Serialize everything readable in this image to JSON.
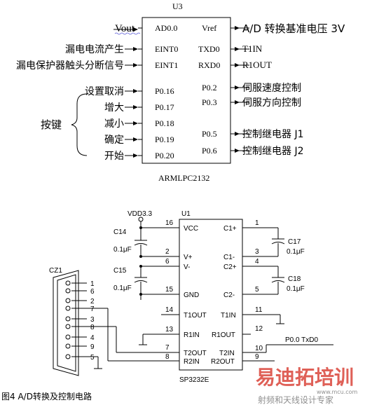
{
  "u3": {
    "ref": "U3",
    "part": "ARMLPC2132",
    "pins_left": [
      "AD0.0",
      "EINT0",
      "EINT1",
      "P0.16",
      "P0.17",
      "P0.18",
      "P0.19",
      "P0.20"
    ],
    "pins_right": [
      "Vref",
      "TXD0",
      "RXD0",
      "P0.2",
      "P0.3",
      "P0.5",
      "P0.6"
    ],
    "left_labels": [
      "Vout",
      "漏电电流产生",
      "漏电保护器触头分断信号"
    ],
    "key_labels": [
      "设置取消",
      "增大",
      "减小",
      "确定",
      "开始"
    ],
    "key_group": "按键",
    "right_labels": [
      "A/D 转换基准电压 3V",
      "T1IN",
      "R1OUT",
      "伺服速度控制",
      "伺服方向控制",
      "控制继电器 J1",
      "控制继电器 J2"
    ]
  },
  "u1": {
    "ref": "U1",
    "part": "SP3232E",
    "supply": "VDD3.3",
    "pins_left": [
      "VCC",
      "V+",
      "V-",
      "GND",
      "T1OUT",
      "R1IN",
      "T2OUT",
      "R2IN"
    ],
    "pins_left_num": [
      "16",
      "2",
      "6",
      "15",
      "14",
      "13",
      "7",
      "8"
    ],
    "pins_right": [
      "C1+",
      "C1-",
      "C2+",
      "C2-",
      "T1IN",
      "R1OUT",
      "T2IN",
      "R2OUT"
    ],
    "pins_right_num": [
      "1",
      "3",
      "4",
      "5",
      "11",
      "12",
      "10",
      "9"
    ],
    "caps": [
      {
        "ref": "C14",
        "value": "0.1μF"
      },
      {
        "ref": "C15",
        "value": "0.1μF"
      },
      {
        "ref": "C17",
        "value": "0.1μF"
      },
      {
        "ref": "C18",
        "value": "0.1μF"
      }
    ],
    "conn": {
      "ref": "CZ1",
      "pins": [
        "1",
        "6",
        "2",
        "7",
        "3",
        "8",
        "4",
        "9",
        "5"
      ]
    },
    "net": "P0.0  TxD0"
  },
  "caption": "图4 A/D转换及控制电路",
  "watermark": {
    "main": "易迪拓培训",
    "sub": "射频和天线设计专家",
    "url": "www.mcu.com"
  },
  "colors": {
    "line": "#000000",
    "watermark_red": "#d9443a",
    "watermark_gray": "#8f8f8f"
  }
}
